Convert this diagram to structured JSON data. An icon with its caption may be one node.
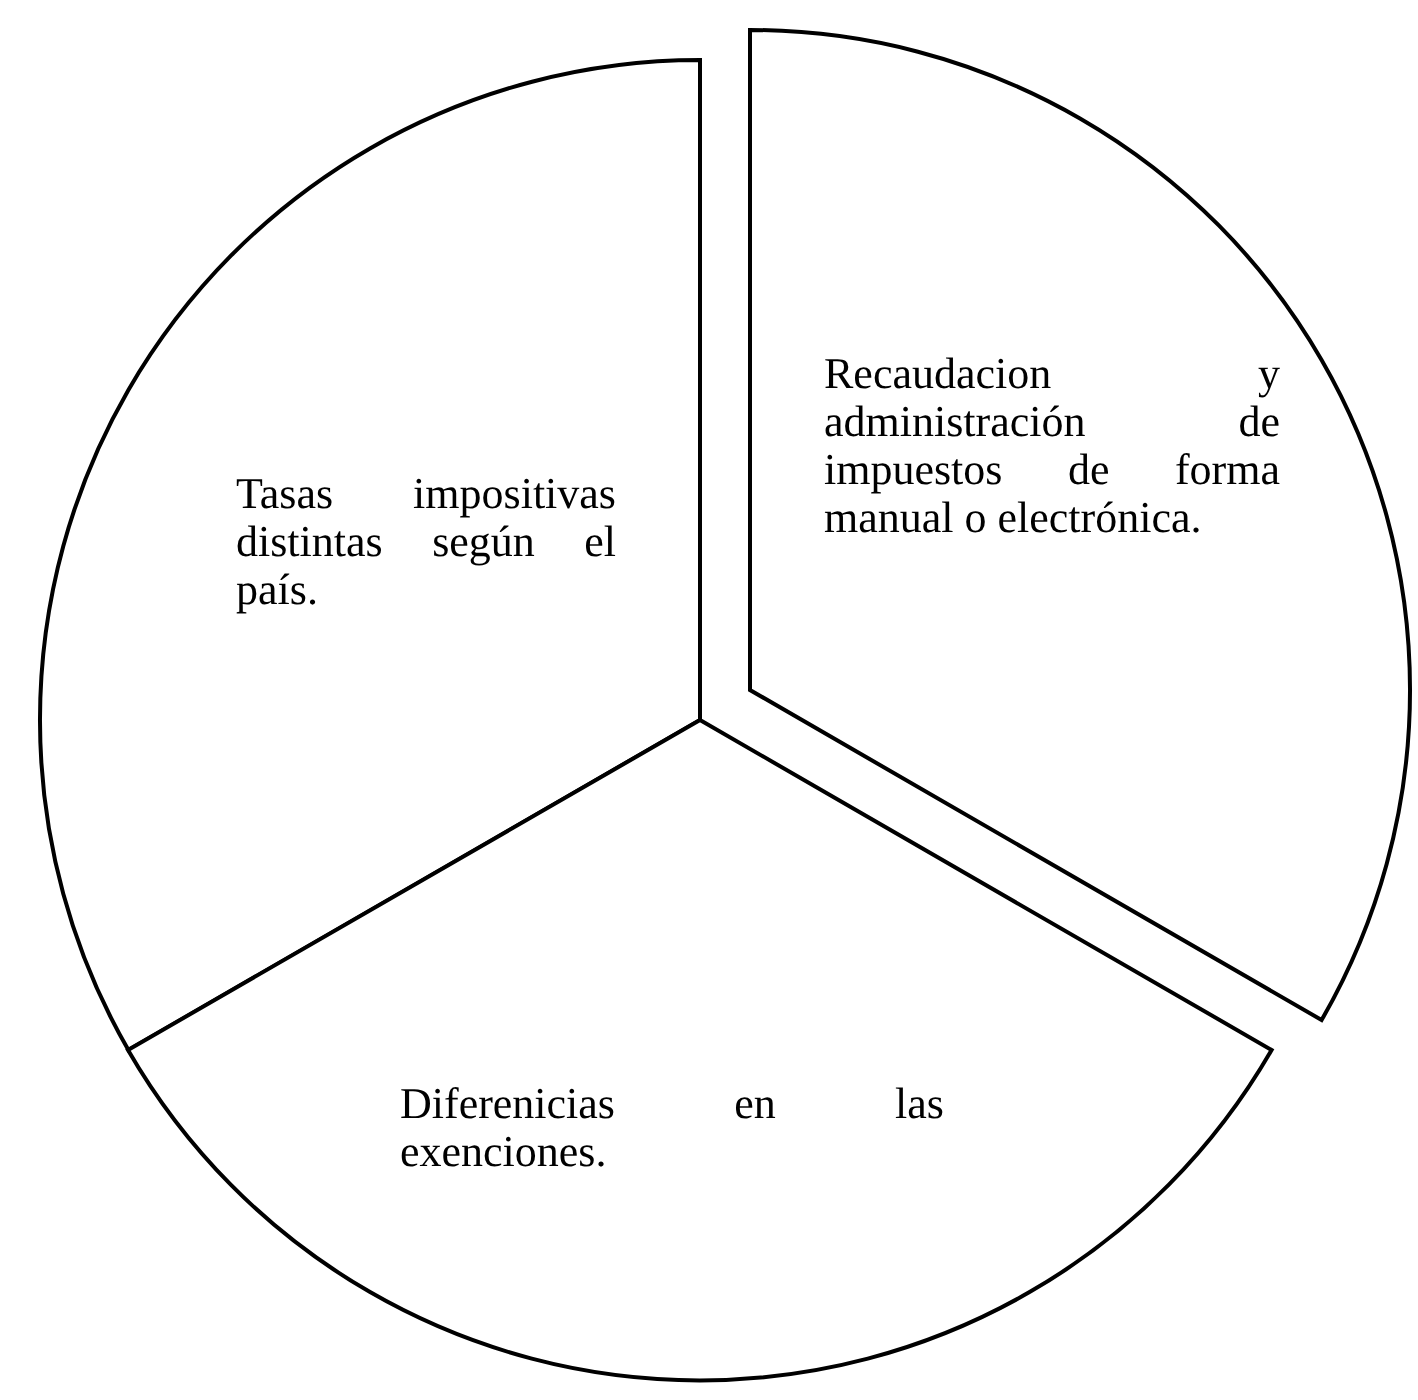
{
  "diagram": {
    "nodes": [
      {
        "text": [
          "Tasas impositivas distintas según el país."
        ]
      },
      {
        "text": [
          "Recaudacion y administración de impuestos de forma manual o electrónica."
        ]
      },
      {
        "text": [
          "Diferenicias en las exenciones."
        ]
      }
    ]
  }
}
